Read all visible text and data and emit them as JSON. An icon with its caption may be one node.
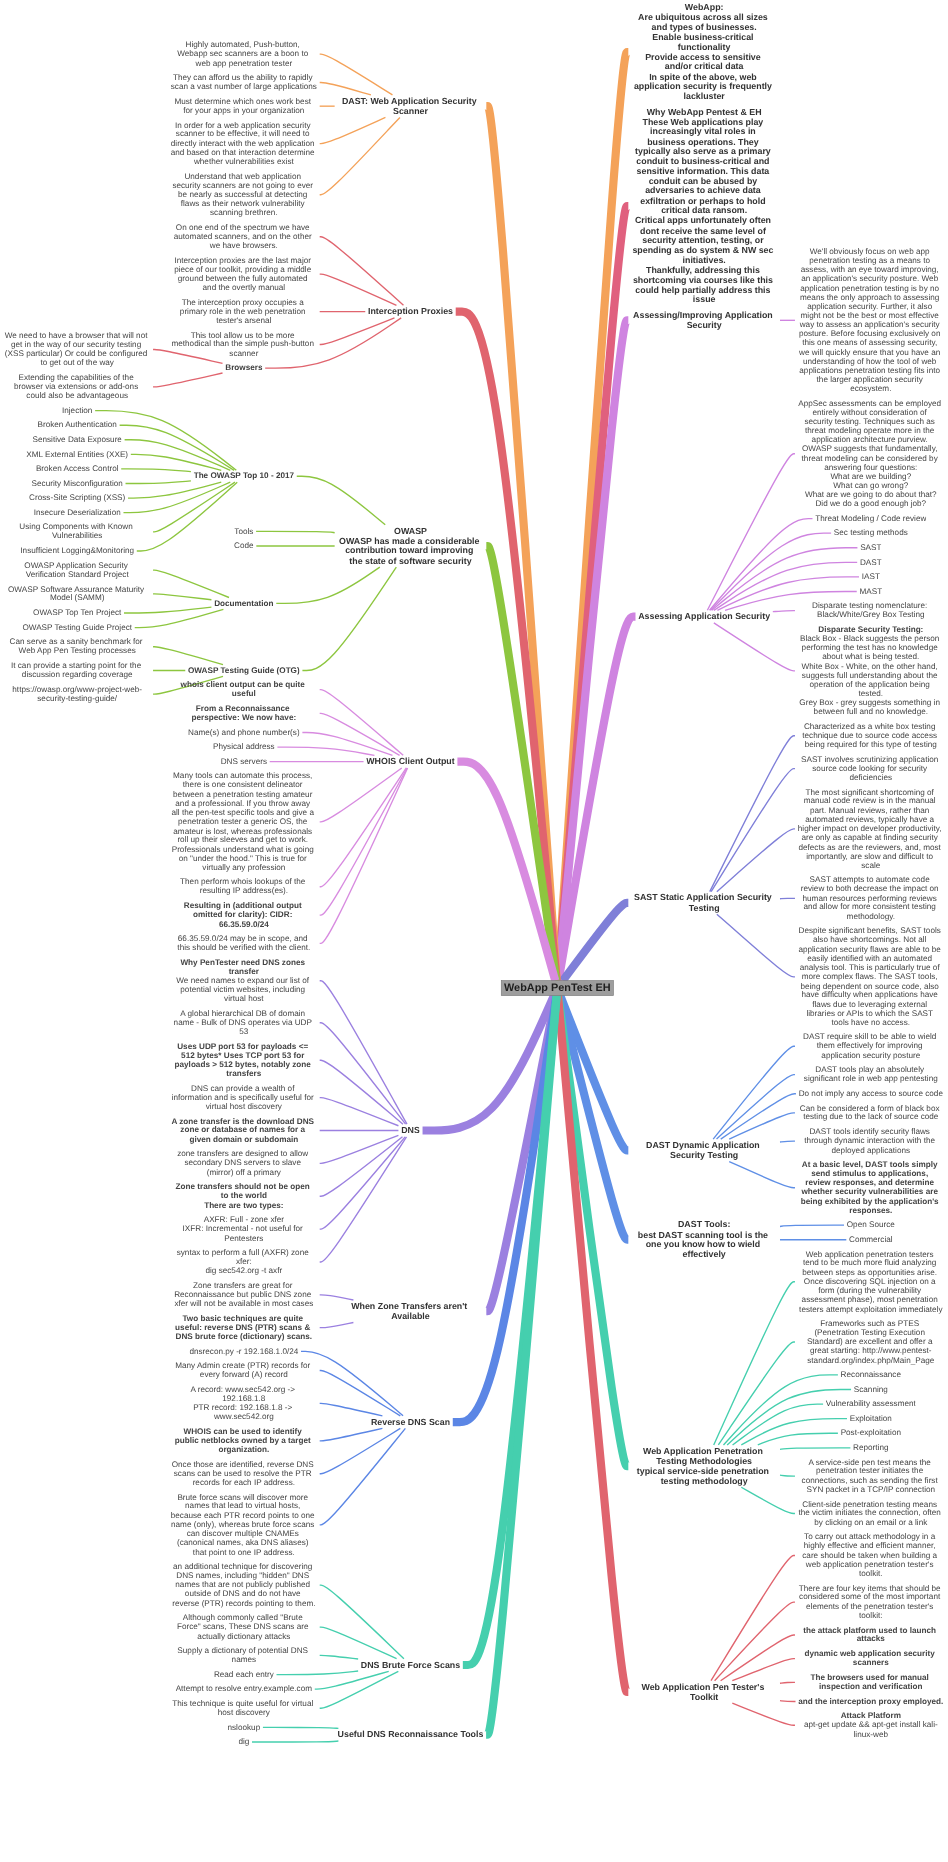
{
  "diagram": {
    "nodes": [
      {
        "text": [
          "WebApp PenTest EH"
        ]
      },
      {
        "text": [
          "WebApp:",
          "Are ubiquitous across all sizes and types of businesses.",
          "Enable business-critical functionality",
          "Provide access to sensitive and/or critical data",
          "In spite of the above, web application security is frequently lackluster"
        ]
      },
      {
        "text": [
          "Why WebApp Pentest & EH",
          "These Web applications play increasingly vital roles in business operations. They typically also serve as a primary conduit to business-critical and sensitive information. This data conduit can be abused by adversaries to achieve data exfiltration or perhaps to hold critical data ransom.",
          "Critical apps unfortunately often dont receive the same level of security attention, testing, or spending as do system & NW sec initiatives.",
          "Thankfully, addressing this shortcoming via courses like this could help partially address this issue"
        ]
      },
      {
        "text": [
          "Assessing/Improving Application Security"
        ]
      },
      {
        "text": [
          "We'll obviously focus on web app penetration testing as a means to assess, with an eye toward improving, an application's security posture. Web application penetration testing is by no means the only approach to assessing application security. Further, it also might not be the best or most effective way to assess an application's security posture. Before focusing exclusively on this one means of assessing security, we will quickly ensure that you have an understanding of how the tool of web applications penetration testing fits into the larger application security ecosystem."
        ]
      },
      {
        "text": [
          "Assessing Application Security"
        ]
      },
      {
        "text": [
          "AppSec assessments can be employed entirely without consideration of security testing. Techniques such as threat modeling operate more in the application architecture purview. OWASP suggests that fundamentally, threat modeling can be considered by answering four questions:",
          "What are we building?",
          "What can go wrong?",
          "What are we going to do about that?",
          "Did we do a good enough job?"
        ]
      },
      {
        "text": [
          "Threat Modeling / Code review"
        ]
      },
      {
        "text": [
          "Sec testing methods"
        ]
      },
      {
        "text": [
          "SAST"
        ]
      },
      {
        "text": [
          "DAST"
        ]
      },
      {
        "text": [
          "IAST"
        ]
      },
      {
        "text": [
          "MAST"
        ]
      },
      {
        "text": [
          "Disparate testing nomenclature: Black/White/Grey Box Testing"
        ]
      },
      {
        "text": [
          "Disparate Security Testing:",
          "Black Box - Black suggests the person performing the test has no knowledge about what is being tested.",
          "White Box - White, on the other hand, suggests full understanding about the operation of the application being tested.",
          "Grey Box - grey suggests something in between full and no knowledge."
        ]
      },
      {
        "text": [
          "SAST Static Application Security Testing"
        ]
      },
      {
        "text": [
          "Characterized as a white box testing technique due to source code access being required for this type of testing"
        ]
      },
      {
        "text": [
          "SAST involves scrutinizing application source code looking for security deficiencies"
        ]
      },
      {
        "text": [
          "The most significant shortcoming of manual code review is in the manual part. Manual reviews, rather than automated reviews, typically have a higher impact on developer productivity, are only as capable at finding security defects as are the reviewers, and, most importantly, are slow and difficult to scale"
        ]
      },
      {
        "text": [
          "SAST attempts to automate code review to both decrease the impact on human resources performing reviews and allow for more consistent testing methodology."
        ]
      },
      {
        "text": [
          "Despite significant benefits, SAST tools also have shortcomings. Not all application security flaws are able to be easily identified with an automated analysis tool. This is particularly true of more complex flaws. The SAST tools, being dependent on source code, also have difficulty when applications have flaws due to leveraging external libraries or APIs to which the SAST tools have no access."
        ]
      },
      {
        "text": [
          "DAST Dynamic Application Security Testing"
        ]
      },
      {
        "text": [
          "DAST require skill to be able to wield them effectively for improving application security posture"
        ]
      },
      {
        "text": [
          "DAST tools play an absolutely significant role in web app pentesting"
        ]
      },
      {
        "text": [
          "Do not imply any access to source code"
        ]
      },
      {
        "text": [
          "Can be considered a form of black box testing due to the lack of source code"
        ]
      },
      {
        "text": [
          "DAST tools identify security flaws through dynamic interaction with the deployed applications"
        ]
      },
      {
        "text": [
          "At a basic level, DAST tools simply send stimulus to applications, review responses, and determine whether security vulnerabilities are being exhibited by the application's responses."
        ]
      },
      {
        "text": [
          "DAST Tools:",
          "best DAST scanning tool is the one you know how to wield effectively"
        ]
      },
      {
        "text": [
          "Open Source"
        ]
      },
      {
        "text": [
          "Commercial"
        ]
      },
      {
        "text": [
          "Web Application Penetration Testing Methodologies",
          "typical service-side penetration testing methodology"
        ]
      },
      {
        "text": [
          "Web application penetration testers tend to be much more fluid analyzing between steps as opportunities arise. Once discovering SQL injection on a form (during the vulnerability assessment phase), most penetration testers attempt exploitation immediately"
        ]
      },
      {
        "text": [
          "Frameworks such as PTES (Penetration Testing Execution Standard) are excellent and offer a great starting: http://www.pentest-standard.org/index.php/Main_Page"
        ]
      },
      {
        "text": [
          "Reconnaissance"
        ]
      },
      {
        "text": [
          "Scanning"
        ]
      },
      {
        "text": [
          "Vulnerability assessment"
        ]
      },
      {
        "text": [
          "Exploitation"
        ]
      },
      {
        "text": [
          "Post-exploitation"
        ]
      },
      {
        "text": [
          "Reporting"
        ]
      },
      {
        "text": [
          "A service-side pen test means the penetration tester initiates the connections, such as sending the first SYN packet in a TCP/IP connection"
        ]
      },
      {
        "text": [
          "Client-side penetration testing means the victim initiates the connection, often by clicking on an email or a link"
        ]
      },
      {
        "text": [
          "Web Application Pen Tester's Toolkit"
        ]
      },
      {
        "text": [
          "To carry out attack methodology in a highly effective and efficient manner, care should be taken when building a web application penetration tester's toolkit."
        ]
      },
      {
        "text": [
          "There are four key items that should be considered some of the most important elements of the penetration tester's toolkit:"
        ]
      },
      {
        "text": [
          "the attack platform used to launch attacks"
        ]
      },
      {
        "text": [
          "dynamic web application security scanners"
        ]
      },
      {
        "text": [
          "The browsers used for manual inspection and verification"
        ]
      },
      {
        "text": [
          "and the interception proxy employed."
        ]
      },
      {
        "text": [
          "Attack Platform",
          "apt-get update && apt-get install kali-linux-web"
        ]
      },
      {
        "text": [
          "DAST: Web Application Security Scanner"
        ]
      },
      {
        "text": [
          "Highly automated, Push-button, Webapp sec scanners are a boon to web app penetration tester"
        ]
      },
      {
        "text": [
          "They can afford us the ability to rapidly scan a vast number of large applications"
        ]
      },
      {
        "text": [
          "Must determine which ones work best for your apps in your organization"
        ]
      },
      {
        "text": [
          "In order for a web application security scanner to be effective, it will need to directly interact with the web application and based on that interaction determine whether vulnerabilities exist"
        ]
      },
      {
        "text": [
          "Understand that web application security scanners are not going to ever be nearly as successful at detecting flaws as their network vulnerability scanning brethren."
        ]
      },
      {
        "text": [
          "Interception Proxies"
        ]
      },
      {
        "text": [
          "On one end of the spectrum we have automated scanners, and on the other we have browsers."
        ]
      },
      {
        "text": [
          "Interception proxies are the last major piece of our toolkit, providing a middle ground between the fully automated and the overtly manual"
        ]
      },
      {
        "text": [
          "The interception proxy occupies a primary role in the web penetration tester's arsenal"
        ]
      },
      {
        "text": [
          "This tool allow us to be more methodical than the simple push-button scanner"
        ]
      },
      {
        "text": [
          "Browsers"
        ]
      },
      {
        "text": [
          "We need to have a browser that will not get in the way of our security testing (XSS particular) Or could be configured to get out of the way"
        ]
      },
      {
        "text": [
          "Extending the capabilities of the browser via extensions or add-ons could also be advantageous"
        ]
      },
      {
        "text": [
          "OWASP",
          "OWASP has made a considerable contribution toward improving the state of software security"
        ]
      },
      {
        "text": [
          "The OWASP Top 10 - 2017"
        ]
      },
      {
        "text": [
          "Injection"
        ]
      },
      {
        "text": [
          "Broken Authentication"
        ]
      },
      {
        "text": [
          "Sensitive Data Exposure"
        ]
      },
      {
        "text": [
          "XML External Entities (XXE)"
        ]
      },
      {
        "text": [
          "Broken Access Control"
        ]
      },
      {
        "text": [
          "Security Misconfiguration"
        ]
      },
      {
        "text": [
          "Cross-Site Scripting (XSS)"
        ]
      },
      {
        "text": [
          "Insecure Deserialization"
        ]
      },
      {
        "text": [
          "Using Components with Known Vulnerabilities"
        ]
      },
      {
        "text": [
          "Insufficient Logging&Monitoring"
        ]
      },
      {
        "text": [
          "Tools"
        ]
      },
      {
        "text": [
          "Code"
        ]
      },
      {
        "text": [
          "Documentation"
        ]
      },
      {
        "text": [
          "OWASP Application Security Verification Standard Project"
        ]
      },
      {
        "text": [
          "OWASP Software Assurance Maturity Model (SAMM)"
        ]
      },
      {
        "text": [
          "OWASP Top Ten Project"
        ]
      },
      {
        "text": [
          "OWASP Testing Guide Project"
        ]
      },
      {
        "text": [
          "OWASP Testing Guide (OTG)"
        ]
      },
      {
        "text": [
          "Can serve as a sanity benchmark for Web App Pen Testing processes"
        ]
      },
      {
        "text": [
          "It can provide a starting point for the discussion regarding coverage"
        ]
      },
      {
        "text": [
          "https://owasp.org/www-project-web-security-testing-guide/"
        ]
      },
      {
        "text": [
          "WHOIS Client Output"
        ]
      },
      {
        "text": [
          "whois client output can be quite useful"
        ]
      },
      {
        "text": [
          "From a Reconnaissance perspective: We now have:"
        ]
      },
      {
        "text": [
          "Name(s) and phone number(s)"
        ]
      },
      {
        "text": [
          "Physical address"
        ]
      },
      {
        "text": [
          "DNS servers"
        ]
      },
      {
        "text": [
          "Many tools can automate this process, there is one consistent delineator between a penetration testing amateur and a professional. If you throw away all the pen-test specific tools and give a penetration tester a generic OS, the amateur is lost, whereas professionals roll up their sleeves and get to work. Professionals understand what is going on \"under the hood.\" This is true for virtually any profession"
        ]
      },
      {
        "text": [
          "Then perform whois lookups of the resulting IP address(es)."
        ]
      },
      {
        "text": [
          "Resulting in (additional output omitted for clarity): CIDR: 66.35.59.0/24"
        ]
      },
      {
        "text": [
          "66.35.59.0/24 may be in scope, and this should be verified with the client."
        ]
      },
      {
        "text": [
          "DNS"
        ]
      },
      {
        "text": [
          "Why PenTester need DNS zones transfer",
          "We need names to expand our list of potential victim websites, including virtual host"
        ]
      },
      {
        "text": [
          "A global hierarchical DB of domain name - Bulk of DNS operates via UDP 53"
        ]
      },
      {
        "text": [
          "Uses UDP port 53 for payloads <= 512 bytes* Uses TCP port 53 for payloads > 512 bytes, notably zone transfers"
        ]
      },
      {
        "text": [
          "DNS can provide a wealth of information and is specifically useful for virtual host discovery"
        ]
      },
      {
        "text": [
          "A zone transfer is the download DNS zone or database of names for a given domain or subdomain"
        ]
      },
      {
        "text": [
          "zone transfers are designed to allow secondary DNS servers to slave (mirror) off a primary"
        ]
      },
      {
        "text": [
          "Zone transfers should not be open to the world",
          "There are two types:"
        ]
      },
      {
        "text": [
          "AXFR: Full - zone xfer",
          "IXFR: Incremental - not useful for Pentesters"
        ]
      },
      {
        "text": [
          "syntax to perform a full (AXFR) zone xfer:",
          "dig sec542.org -t axfr"
        ]
      },
      {
        "text": [
          "When Zone Transfers aren't Available"
        ]
      },
      {
        "text": [
          "Zone transfers are great for Reconnaissance but public DNS zone xfer will not be available in most cases"
        ]
      },
      {
        "text": [
          "Two basic techniques are quite useful: reverse DNS (PTR) scans & DNS brute force (dictionary) scans."
        ]
      },
      {
        "text": [
          "Reverse DNS Scan"
        ]
      },
      {
        "text": [
          "dnsrecon.py -r 192.168.1.0/24"
        ]
      },
      {
        "text": [
          "Many Admin create (PTR) records for every forward (A) record"
        ]
      },
      {
        "text": [
          "A record: www.sec542.org -> 192.168.1.8",
          "PTR record: 192.168.1.8 -> www.sec542.org"
        ]
      },
      {
        "text": [
          "WHOIS can be used to identify public netblocks owned by a target organization."
        ]
      },
      {
        "text": [
          "Once those are identified, reverse DNS scans can be used to resolve the PTR records for each IP address."
        ]
      },
      {
        "text": [
          "Brute force scans will discover more names that lead to virtual hosts, because each PTR record points to one name (only), whereas brute force scans can discover multiple CNAMEs (canonical names, aka DNS aliases) that point to one IP address."
        ]
      },
      {
        "text": [
          "DNS Brute Force Scans"
        ]
      },
      {
        "text": [
          "an additional technique for discovering DNS names, including \"hidden\" DNS names that are not publicly published outside of DNS and do not have reverse (PTR) records pointing to them."
        ]
      },
      {
        "text": [
          "Although commonly called \"Brute Force\" scans, These DNS scans are actually dictionary attacks"
        ]
      },
      {
        "text": [
          "Supply a dictionary of potential DNS names"
        ]
      },
      {
        "text": [
          "Read each entry"
        ]
      },
      {
        "text": [
          "Attempt to resolve entry.example.com"
        ]
      },
      {
        "text": [
          "This technique is quite useful for virtual host discovery"
        ]
      },
      {
        "text": [
          "Useful DNS Reconnaissance Tools"
        ]
      },
      {
        "text": [
          "nslookup"
        ]
      },
      {
        "text": [
          "dig"
        ]
      }
    ],
    "edges": [
      {
        "from": 0,
        "to": 1,
        "arrow": "none",
        "style": "thick",
        "color": "#f4a259"
      },
      {
        "from": 0,
        "to": 2,
        "arrow": "none",
        "style": "thick",
        "color": "#e0607e"
      },
      {
        "from": 0,
        "to": 3,
        "arrow": "none",
        "style": "thick",
        "color": "#cf84e0"
      },
      {
        "from": 3,
        "to": 4,
        "arrow": "none",
        "color": "#cf84e0"
      },
      {
        "from": 0,
        "to": 5,
        "arrow": "none",
        "style": "thick",
        "color": "#cf84e0"
      },
      {
        "from": 5,
        "to": 6,
        "arrow": "none",
        "color": "#cf84e0"
      },
      {
        "from": 5,
        "to": 7,
        "arrow": "none",
        "color": "#cf84e0"
      },
      {
        "from": 5,
        "to": 8,
        "arrow": "none",
        "color": "#cf84e0"
      },
      {
        "from": 5,
        "to": 9,
        "arrow": "none",
        "color": "#cf84e0"
      },
      {
        "from": 5,
        "to": 10,
        "arrow": "none",
        "color": "#cf84e0"
      },
      {
        "from": 5,
        "to": 11,
        "arrow": "none",
        "color": "#cf84e0"
      },
      {
        "from": 5,
        "to": 12,
        "arrow": "none",
        "color": "#cf84e0"
      },
      {
        "from": 5,
        "to": 13,
        "arrow": "none",
        "color": "#cf84e0"
      },
      {
        "from": 5,
        "to": 14,
        "arrow": "none",
        "color": "#cf84e0"
      },
      {
        "from": 0,
        "to": 15,
        "arrow": "none",
        "style": "thick",
        "color": "#7f7fd8"
      },
      {
        "from": 15,
        "to": 16,
        "arrow": "none",
        "color": "#7f7fd8"
      },
      {
        "from": 15,
        "to": 17,
        "arrow": "none",
        "color": "#7f7fd8"
      },
      {
        "from": 15,
        "to": 18,
        "arrow": "none",
        "color": "#7f7fd8"
      },
      {
        "from": 15,
        "to": 19,
        "arrow": "none",
        "color": "#7f7fd8"
      },
      {
        "from": 15,
        "to": 20,
        "arrow": "none",
        "color": "#7f7fd8"
      },
      {
        "from": 0,
        "to": 21,
        "arrow": "none",
        "style": "thick",
        "color": "#5f8fe6"
      },
      {
        "from": 21,
        "to": 22,
        "arrow": "none",
        "color": "#5f8fe6"
      },
      {
        "from": 21,
        "to": 23,
        "arrow": "none",
        "color": "#5f8fe6"
      },
      {
        "from": 21,
        "to": 24,
        "arrow": "none",
        "color": "#5f8fe6"
      },
      {
        "from": 21,
        "to": 25,
        "arrow": "none",
        "color": "#5f8fe6"
      },
      {
        "from": 21,
        "to": 26,
        "arrow": "none",
        "color": "#5f8fe6"
      },
      {
        "from": 21,
        "to": 27,
        "arrow": "none",
        "color": "#5f8fe6"
      },
      {
        "from": 0,
        "to": 28,
        "arrow": "none",
        "style": "thick",
        "color": "#5f8fe6"
      },
      {
        "from": 28,
        "to": 29,
        "arrow": "none",
        "color": "#5f8fe6"
      },
      {
        "from": 28,
        "to": 30,
        "arrow": "none",
        "color": "#5f8fe6"
      },
      {
        "from": 0,
        "to": 31,
        "arrow": "none",
        "style": "thick",
        "color": "#45cfae"
      },
      {
        "from": 31,
        "to": 32,
        "arrow": "none",
        "color": "#45cfae"
      },
      {
        "from": 31,
        "to": 33,
        "arrow": "none",
        "color": "#45cfae"
      },
      {
        "from": 31,
        "to": 34,
        "arrow": "none",
        "color": "#45cfae"
      },
      {
        "from": 31,
        "to": 35,
        "arrow": "none",
        "color": "#45cfae"
      },
      {
        "from": 31,
        "to": 36,
        "arrow": "none",
        "color": "#45cfae"
      },
      {
        "from": 31,
        "to": 37,
        "arrow": "none",
        "color": "#45cfae"
      },
      {
        "from": 31,
        "to": 38,
        "arrow": "none",
        "color": "#45cfae"
      },
      {
        "from": 31,
        "to": 39,
        "arrow": "none",
        "color": "#45cfae"
      },
      {
        "from": 31,
        "to": 40,
        "arrow": "none",
        "color": "#45cfae"
      },
      {
        "from": 31,
        "to": 41,
        "arrow": "none",
        "color": "#45cfae"
      },
      {
        "from": 0,
        "to": 42,
        "arrow": "none",
        "style": "thick",
        "color": "#e0646e"
      },
      {
        "from": 42,
        "to": 43,
        "arrow": "none",
        "color": "#e0646e"
      },
      {
        "from": 42,
        "to": 44,
        "arrow": "none",
        "color": "#e0646e"
      },
      {
        "from": 42,
        "to": 45,
        "arrow": "none",
        "color": "#e0646e"
      },
      {
        "from": 42,
        "to": 46,
        "arrow": "none",
        "color": "#e0646e"
      },
      {
        "from": 42,
        "to": 47,
        "arrow": "none",
        "color": "#e0646e"
      },
      {
        "from": 42,
        "to": 48,
        "arrow": "none",
        "color": "#e0646e"
      },
      {
        "from": 42,
        "to": 49,
        "arrow": "none",
        "color": "#e0646e"
      },
      {
        "from": 50,
        "to": 0,
        "arrow": "none",
        "style": "thick",
        "color": "#f4a259"
      },
      {
        "from": 51,
        "to": 50,
        "arrow": "none",
        "color": "#f4a259"
      },
      {
        "from": 52,
        "to": 50,
        "arrow": "none",
        "color": "#f4a259"
      },
      {
        "from": 53,
        "to": 50,
        "arrow": "none",
        "color": "#f4a259"
      },
      {
        "from": 54,
        "to": 50,
        "arrow": "none",
        "color": "#f4a259"
      },
      {
        "from": 55,
        "to": 50,
        "arrow": "none",
        "color": "#f4a259"
      },
      {
        "from": 56,
        "to": 0,
        "arrow": "none",
        "style": "thick",
        "color": "#e0646e"
      },
      {
        "from": 57,
        "to": 56,
        "arrow": "none",
        "color": "#e0646e"
      },
      {
        "from": 58,
        "to": 56,
        "arrow": "none",
        "color": "#e0646e"
      },
      {
        "from": 59,
        "to": 56,
        "arrow": "none",
        "color": "#e0646e"
      },
      {
        "from": 60,
        "to": 56,
        "arrow": "none",
        "color": "#e0646e"
      },
      {
        "from": 61,
        "to": 56,
        "arrow": "none",
        "color": "#e0646e"
      },
      {
        "from": 62,
        "to": 61,
        "arrow": "none",
        "color": "#e0646e"
      },
      {
        "from": 63,
        "to": 61,
        "arrow": "none",
        "color": "#e0646e"
      },
      {
        "from": 64,
        "to": 0,
        "arrow": "none",
        "style": "thick",
        "color": "#8dc63f"
      },
      {
        "from": 65,
        "to": 64,
        "arrow": "none",
        "color": "#8dc63f"
      },
      {
        "from": 66,
        "to": 65,
        "arrow": "none",
        "color": "#8dc63f"
      },
      {
        "from": 67,
        "to": 65,
        "arrow": "none",
        "color": "#8dc63f"
      },
      {
        "from": 68,
        "to": 65,
        "arrow": "none",
        "color": "#8dc63f"
      },
      {
        "from": 69,
        "to": 65,
        "arrow": "none",
        "color": "#8dc63f"
      },
      {
        "from": 70,
        "to": 65,
        "arrow": "none",
        "color": "#8dc63f"
      },
      {
        "from": 71,
        "to": 65,
        "arrow": "none",
        "color": "#8dc63f"
      },
      {
        "from": 72,
        "to": 65,
        "arrow": "none",
        "color": "#8dc63f"
      },
      {
        "from": 73,
        "to": 65,
        "arrow": "none",
        "color": "#8dc63f"
      },
      {
        "from": 74,
        "to": 65,
        "arrow": "none",
        "color": "#8dc63f"
      },
      {
        "from": 75,
        "to": 65,
        "arrow": "none",
        "color": "#8dc63f"
      },
      {
        "from": 76,
        "to": 64,
        "arrow": "none",
        "color": "#8dc63f"
      },
      {
        "from": 77,
        "to": 64,
        "arrow": "none",
        "color": "#8dc63f"
      },
      {
        "from": 78,
        "to": 64,
        "arrow": "none",
        "color": "#8dc63f"
      },
      {
        "from": 79,
        "to": 78,
        "arrow": "none",
        "color": "#8dc63f"
      },
      {
        "from": 80,
        "to": 78,
        "arrow": "none",
        "color": "#8dc63f"
      },
      {
        "from": 81,
        "to": 78,
        "arrow": "none",
        "color": "#8dc63f"
      },
      {
        "from": 82,
        "to": 78,
        "arrow": "none",
        "color": "#8dc63f"
      },
      {
        "from": 83,
        "to": 64,
        "arrow": "none",
        "color": "#8dc63f"
      },
      {
        "from": 84,
        "to": 83,
        "arrow": "none",
        "color": "#8dc63f"
      },
      {
        "from": 85,
        "to": 83,
        "arrow": "none",
        "color": "#8dc63f"
      },
      {
        "from": 86,
        "to": 83,
        "arrow": "none",
        "color": "#8dc63f"
      },
      {
        "from": 87,
        "to": 0,
        "arrow": "none",
        "style": "thick",
        "color": "#d88be0"
      },
      {
        "from": 88,
        "to": 87,
        "arrow": "none",
        "color": "#d88be0"
      },
      {
        "from": 89,
        "to": 87,
        "arrow": "none",
        "color": "#d88be0"
      },
      {
        "from": 90,
        "to": 87,
        "arrow": "none",
        "color": "#d88be0"
      },
      {
        "from": 91,
        "to": 87,
        "arrow": "none",
        "color": "#d88be0"
      },
      {
        "from": 92,
        "to": 87,
        "arrow": "none",
        "color": "#d88be0"
      },
      {
        "from": 93,
        "to": 87,
        "arrow": "none",
        "color": "#d88be0"
      },
      {
        "from": 94,
        "to": 87,
        "arrow": "none",
        "color": "#d88be0"
      },
      {
        "from": 95,
        "to": 87,
        "arrow": "none",
        "color": "#d88be0"
      },
      {
        "from": 96,
        "to": 87,
        "arrow": "none",
        "color": "#d88be0"
      },
      {
        "from": 97,
        "to": 0,
        "arrow": "none",
        "style": "thick",
        "color": "#9b80e0"
      },
      {
        "from": 98,
        "to": 97,
        "arrow": "none",
        "color": "#9b80e0"
      },
      {
        "from": 99,
        "to": 97,
        "arrow": "none",
        "color": "#9b80e0"
      },
      {
        "from": 100,
        "to": 97,
        "arrow": "none",
        "color": "#9b80e0"
      },
      {
        "from": 101,
        "to": 97,
        "arrow": "none",
        "color": "#9b80e0"
      },
      {
        "from": 102,
        "to": 97,
        "arrow": "none",
        "color": "#9b80e0"
      },
      {
        "from": 103,
        "to": 97,
        "arrow": "none",
        "color": "#9b80e0"
      },
      {
        "from": 104,
        "to": 97,
        "arrow": "none",
        "color": "#9b80e0"
      },
      {
        "from": 105,
        "to": 97,
        "arrow": "none",
        "color": "#9b80e0"
      },
      {
        "from": 106,
        "to": 97,
        "arrow": "none",
        "color": "#9b80e0"
      },
      {
        "from": 107,
        "to": 0,
        "arrow": "none",
        "style": "thick",
        "color": "#9b80e0"
      },
      {
        "from": 108,
        "to": 107,
        "arrow": "none",
        "color": "#9b80e0"
      },
      {
        "from": 109,
        "to": 107,
        "arrow": "none",
        "color": "#9b80e0"
      },
      {
        "from": 110,
        "to": 0,
        "arrow": "none",
        "style": "thick",
        "color": "#5b86e5"
      },
      {
        "from": 111,
        "to": 110,
        "arrow": "none",
        "color": "#5b86e5"
      },
      {
        "from": 112,
        "to": 110,
        "arrow": "none",
        "color": "#5b86e5"
      },
      {
        "from": 113,
        "to": 110,
        "arrow": "none",
        "color": "#5b86e5"
      },
      {
        "from": 114,
        "to": 110,
        "arrow": "none",
        "color": "#5b86e5"
      },
      {
        "from": 115,
        "to": 110,
        "arrow": "none",
        "color": "#5b86e5"
      },
      {
        "from": 116,
        "to": 110,
        "arrow": "none",
        "color": "#5b86e5"
      },
      {
        "from": 117,
        "to": 0,
        "arrow": "none",
        "style": "thick",
        "color": "#45cfae"
      },
      {
        "from": 118,
        "to": 117,
        "arrow": "none",
        "color": "#45cfae"
      },
      {
        "from": 119,
        "to": 117,
        "arrow": "none",
        "color": "#45cfae"
      },
      {
        "from": 120,
        "to": 117,
        "arrow": "none",
        "color": "#45cfae"
      },
      {
        "from": 121,
        "to": 117,
        "arrow": "none",
        "color": "#45cfae"
      },
      {
        "from": 122,
        "to": 117,
        "arrow": "none",
        "color": "#45cfae"
      },
      {
        "from": 123,
        "to": 117,
        "arrow": "none",
        "color": "#45cfae"
      },
      {
        "from": 124,
        "to": 0,
        "arrow": "none",
        "style": "thick",
        "color": "#45cfae"
      },
      {
        "from": 125,
        "to": 124,
        "arrow": "none",
        "color": "#45cfae"
      },
      {
        "from": 126,
        "to": 124,
        "arrow": "none",
        "color": "#45cfae"
      }
    ]
  }
}
